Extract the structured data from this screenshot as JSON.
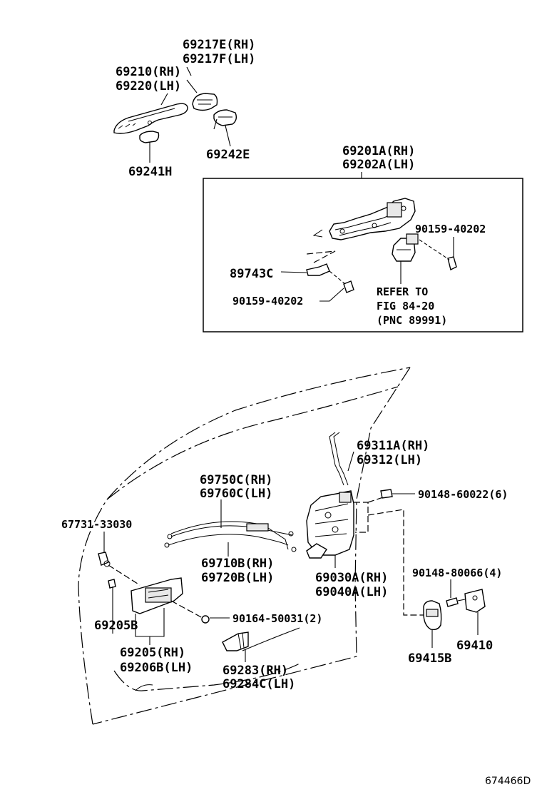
{
  "labels": {
    "p69217E": "69217E(RH)",
    "p69217F": "69217F(LH)",
    "p69210": "69210(RH)",
    "p69220": "69220(LH)",
    "p69242E": "69242E",
    "p69241H": "69241H",
    "p69201A": "69201A(RH)",
    "p69202A": "69202A(LH)",
    "p90159_top": "90159-40202",
    "p89743C": "89743C",
    "p90159_bottom": "90159-40202",
    "refer_line1": "REFER TO",
    "refer_line2": "FIG 84-20",
    "refer_line3": "(PNC 89991)",
    "p69311A": "69311A(RH)",
    "p69312": "69312(LH)",
    "p69750C": "69750C(RH)",
    "p69760C": "69760C(LH)",
    "p90148_60022": "90148-60022(6)",
    "p67731": "67731-33030",
    "p69710B": "69710B(RH)",
    "p69720B": "69720B(LH)",
    "p69030A": "69030A(RH)",
    "p69040A": "69040A(LH)",
    "p90148_80066": "90148-80066(4)",
    "p69205B": "69205B",
    "p90164": "90164-50031(2)",
    "p69410": "69410",
    "p69205": "69205(RH)",
    "p69206B": "69206B(LH)",
    "p69283": "69283(RH)",
    "p69284C": "69284C(LH)",
    "p69415B": "69415B",
    "drawing_id": "674466D"
  }
}
